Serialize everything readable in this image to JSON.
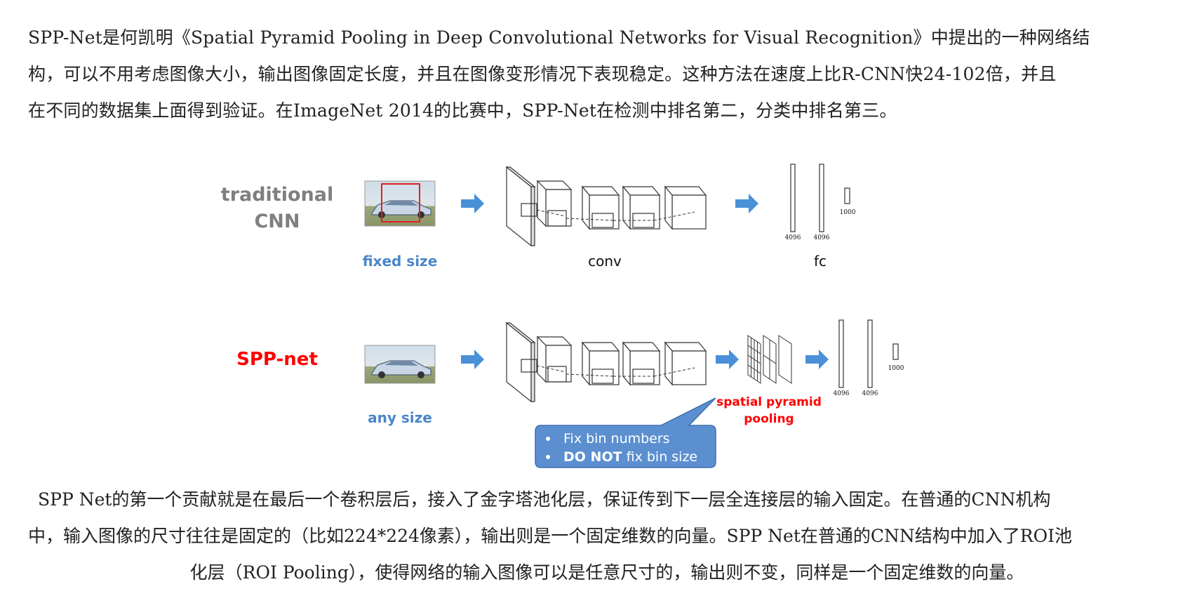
{
  "intro": {
    "lines": [
      "SPP-Net是何凯明《Spatial Pyramid Pooling in Deep Convolutional Networks for Visual Recognition》中提出的一种网络结",
      "构，可以不用考虑图像大小，输出图像固定长度，并且在图像变形情况下表现稳定。这种方法在速度上比R-CNN快24-102倍，并且",
      "在不同的数据集上面得到验证。在ImageNet 2014的比赛中，SPP-Net在检测中排名第二，分类中排名第三。"
    ]
  },
  "figure": {
    "traditional": {
      "label_line1": "traditional",
      "label_line2": "CNN",
      "input_caption": "fixed size",
      "conv_caption": "conv",
      "fc_caption": "fc",
      "fc_dims": [
        "4096",
        "4096",
        "1000"
      ]
    },
    "spp": {
      "label": "SPP-net",
      "input_caption": "any size",
      "spp_caption_line1": "spatial pyramid",
      "spp_caption_line2": "pooling",
      "fc_dims": [
        "4096",
        "4096",
        "1000"
      ],
      "callout": {
        "bullet1": "Fix bin numbers",
        "bullet2_bold": "DO NOT",
        "bullet2_rest": " fix bin size"
      }
    },
    "colors": {
      "arrow": "#4a90d9",
      "caption_blue": "#4a86c8",
      "label_gray": "#7f7f7f",
      "label_red": "#ff0000",
      "callout_fill": "#5b8fd0"
    }
  },
  "body": {
    "lines": [
      "SPP Net的第一个贡献就是在最后一个卷积层后，接入了金字塔池化层，保证传到下一层全连接层的输入固定。在普通的CNN机构",
      "中，输入图像的尺寸往往是固定的（比如224*224像素），输出则是一个固定维数的向量。SPP Net在普通的CNN结构中加入了ROI池",
      "化层（ROI Pooling），使得网络的输入图像可以是任意尺寸的，输出则不变，同样是一个固定维数的向量。"
    ]
  }
}
